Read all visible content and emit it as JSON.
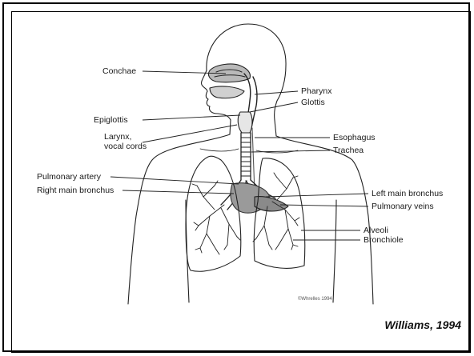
{
  "labels": {
    "conchae": "Conchae",
    "pharynx": "Pharynx",
    "glottis": "Glottis",
    "epiglottis": "Epiglottis",
    "esophagus": "Esophagus",
    "larynx_1": "Larynx,",
    "larynx_2": "vocal cords",
    "trachea": "Trachea",
    "pulmonary_artery": "Pulmonary artery",
    "left_main_bronchus": "Left main bronchus",
    "right_main_bronchus": "Right main bronchus",
    "pulmonary_veins": "Pulmonary veins",
    "alveoli": "Alveoli",
    "bronchiole": "Bronchiole"
  },
  "credit": "Williams, 1994",
  "signature": "©Whrelles 1994"
}
